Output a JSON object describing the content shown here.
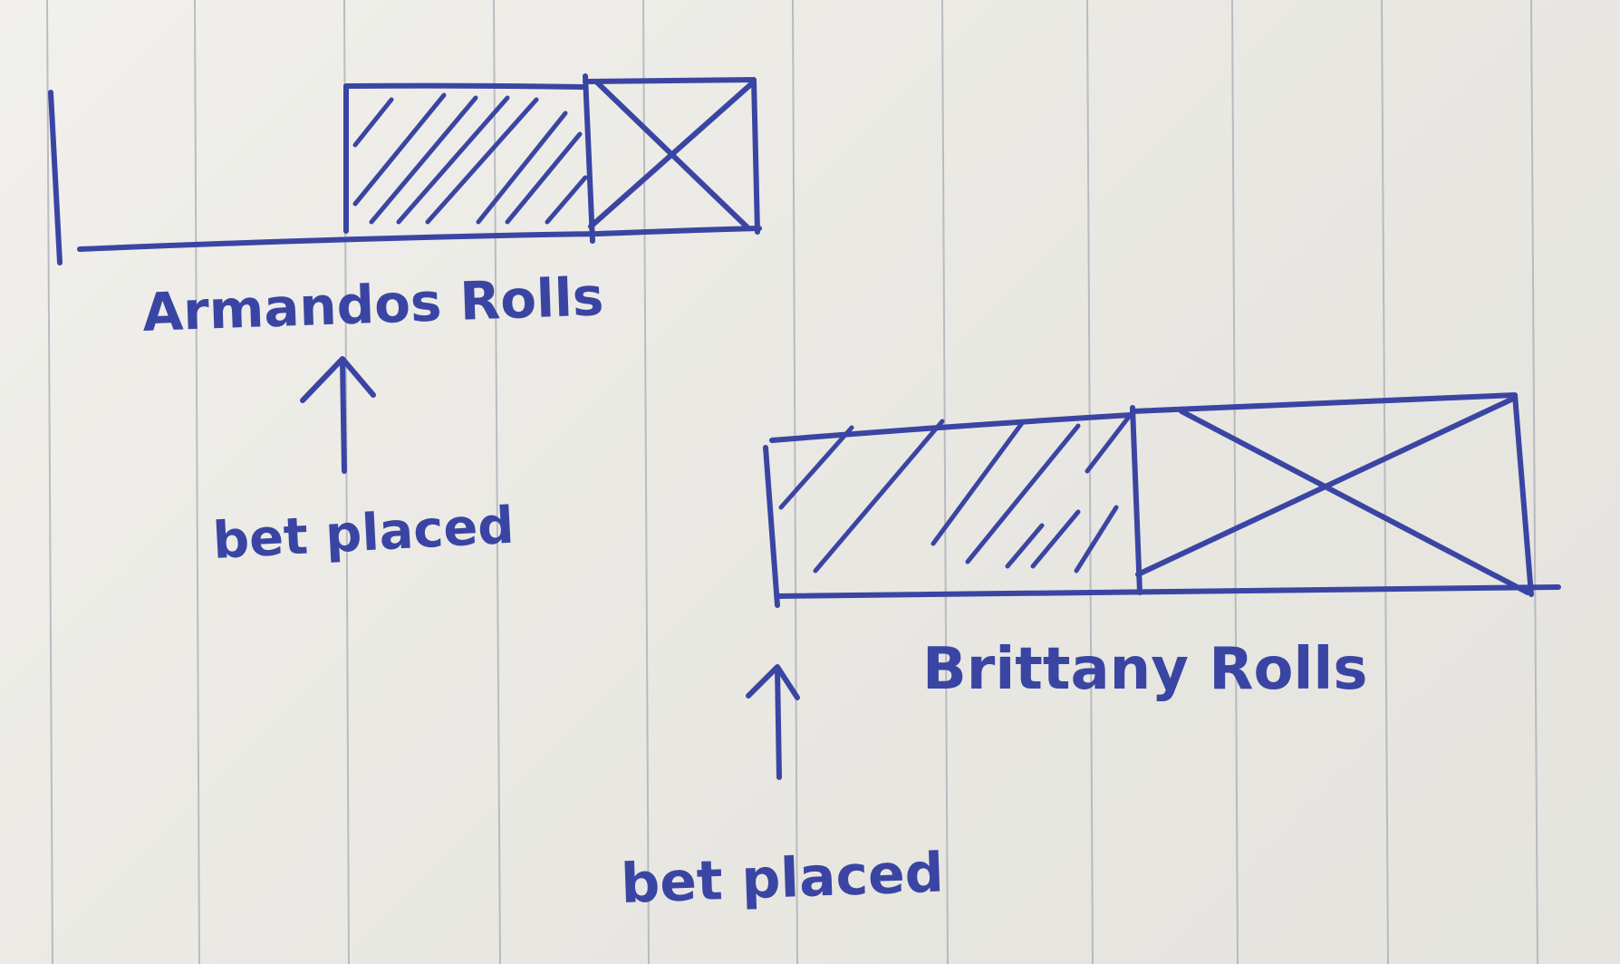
{
  "diagram": {
    "ink_color": "#3a45a3",
    "paper_color": "#ecebe7",
    "rule_color": "#a9acb6",
    "armando": {
      "label": "Armandos Rolls",
      "arrow_label": "bet placed"
    },
    "brittany": {
      "label": "Brittany Rolls",
      "arrow_label": "bet placed"
    }
  }
}
